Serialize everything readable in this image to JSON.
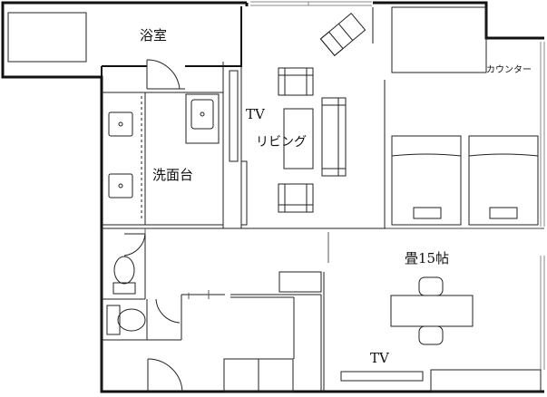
{
  "labels": {
    "bathroom": "浴室",
    "washbasin": "洗面台",
    "tv_living": "TV",
    "living": "リビング",
    "counter": "カウンター",
    "tatami": "畳15帖",
    "tv_tatami": "TV"
  },
  "colors": {
    "wall": "#111111",
    "line": "#222222",
    "background": "#ffffff"
  }
}
